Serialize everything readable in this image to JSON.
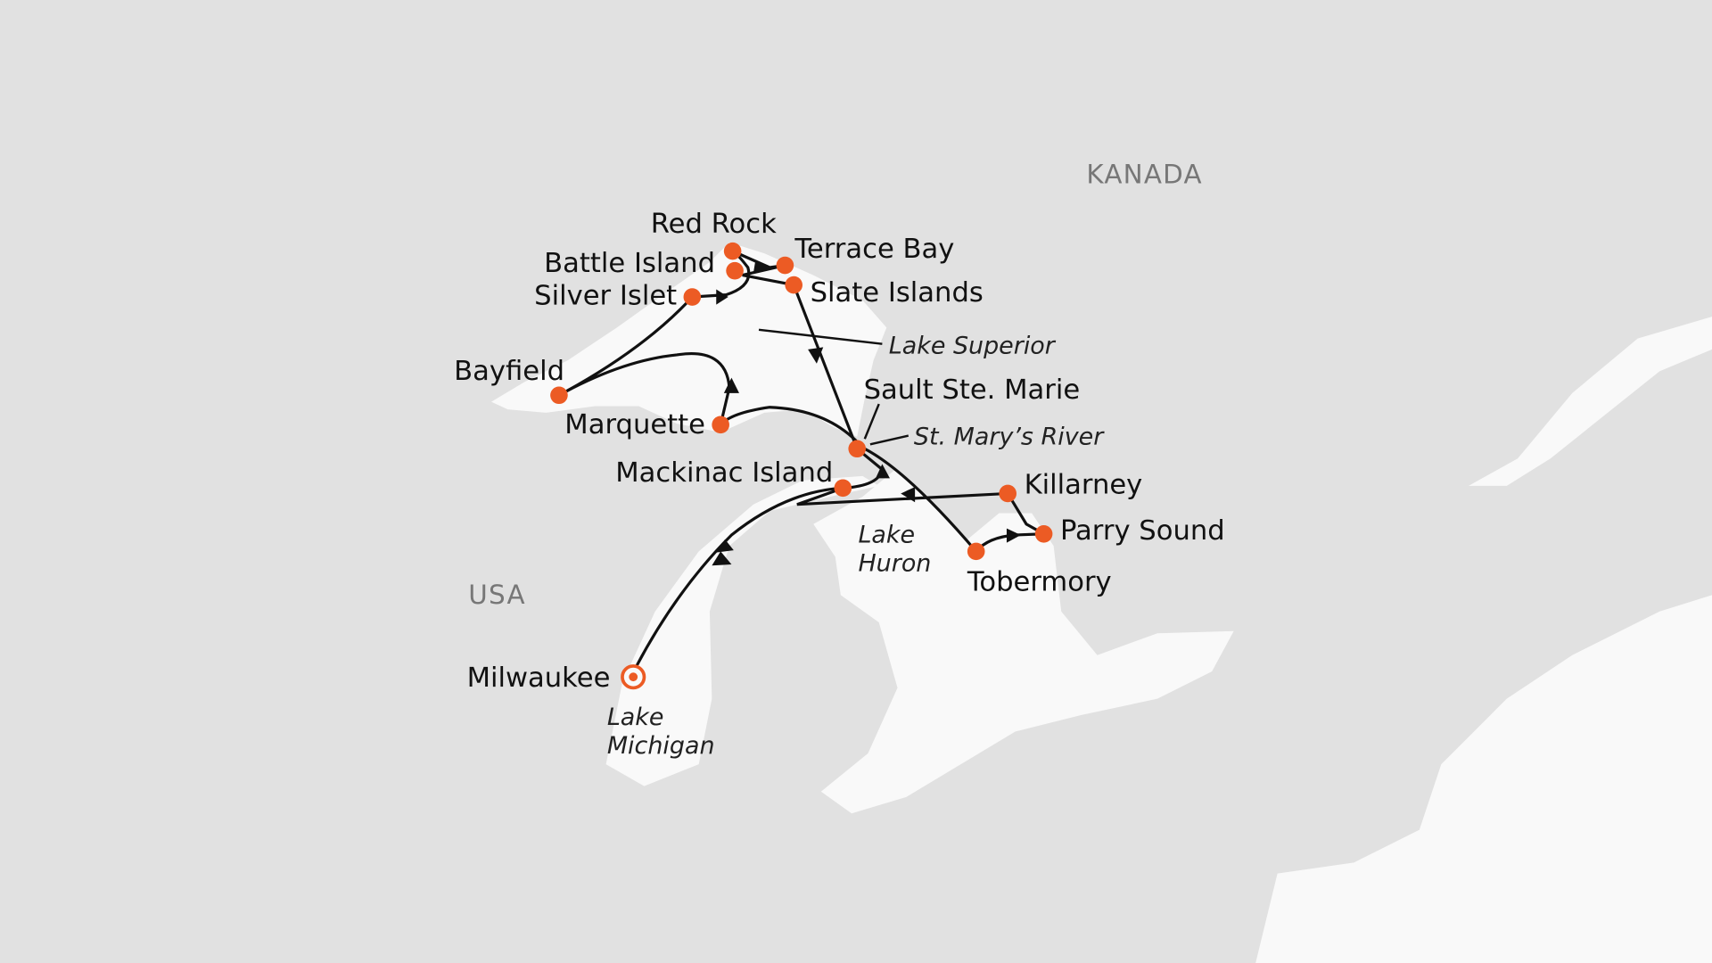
{
  "colors": {
    "land": "#e1e1e1",
    "water": "#f9f9f9",
    "port": "#ec5b24",
    "route": "#111111"
  },
  "countries": {
    "canada": "KANADA",
    "usa": "USA"
  },
  "lakes": {
    "superior": "Lake Superior",
    "stmarys": "St. Mary’s River",
    "huron_1": "Lake",
    "huron_2": "Huron",
    "michigan_1": "Lake",
    "michigan_2": "Michigan"
  },
  "ports": {
    "red_rock": "Red Rock",
    "terrace_bay": "Terrace Bay",
    "battle_island": "Battle Island",
    "silver_islet": "Silver Islet",
    "slate_islands": "Slate Islands",
    "bayfield": "Bayfield",
    "marquette": "Marquette",
    "sault": "Sault Ste. Marie",
    "mackinac": "Mackinac Island",
    "killarney": "Killarney",
    "parry_sound": "Parry Sound",
    "tobermory": "Tobermory",
    "milwaukee": "Milwaukee"
  }
}
